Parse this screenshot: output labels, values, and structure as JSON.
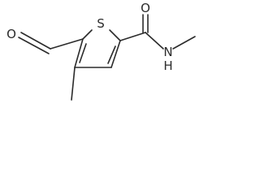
{
  "structure": {
    "atoms": {
      "sulfur": "S",
      "aldehyde_oxygen": "O",
      "amide_oxygen": "O",
      "amide_nitrogen": "N",
      "amide_hydrogen": "H"
    },
    "colors": {
      "ink": "#2b2b2b",
      "background": "#ffffff"
    }
  }
}
